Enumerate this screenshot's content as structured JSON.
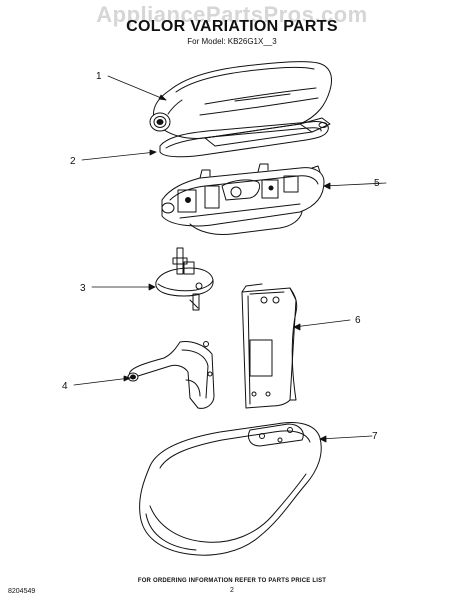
{
  "header": {
    "watermark": "AppliancePartsPros.com",
    "title": "COLOR VARIATION PARTS",
    "subtitle": "For Model: KB26G1X__3"
  },
  "callouts": [
    "1",
    "2",
    "3",
    "4",
    "5",
    "6",
    "7"
  ],
  "footer": {
    "note": "FOR ORDERING INFORMATION REFER TO PARTS PRICE LIST",
    "page_number": "2",
    "doc_number": "8204549"
  },
  "colors": {
    "line": "#111111",
    "watermark": "#d6d6d6",
    "background": "#ffffff"
  }
}
